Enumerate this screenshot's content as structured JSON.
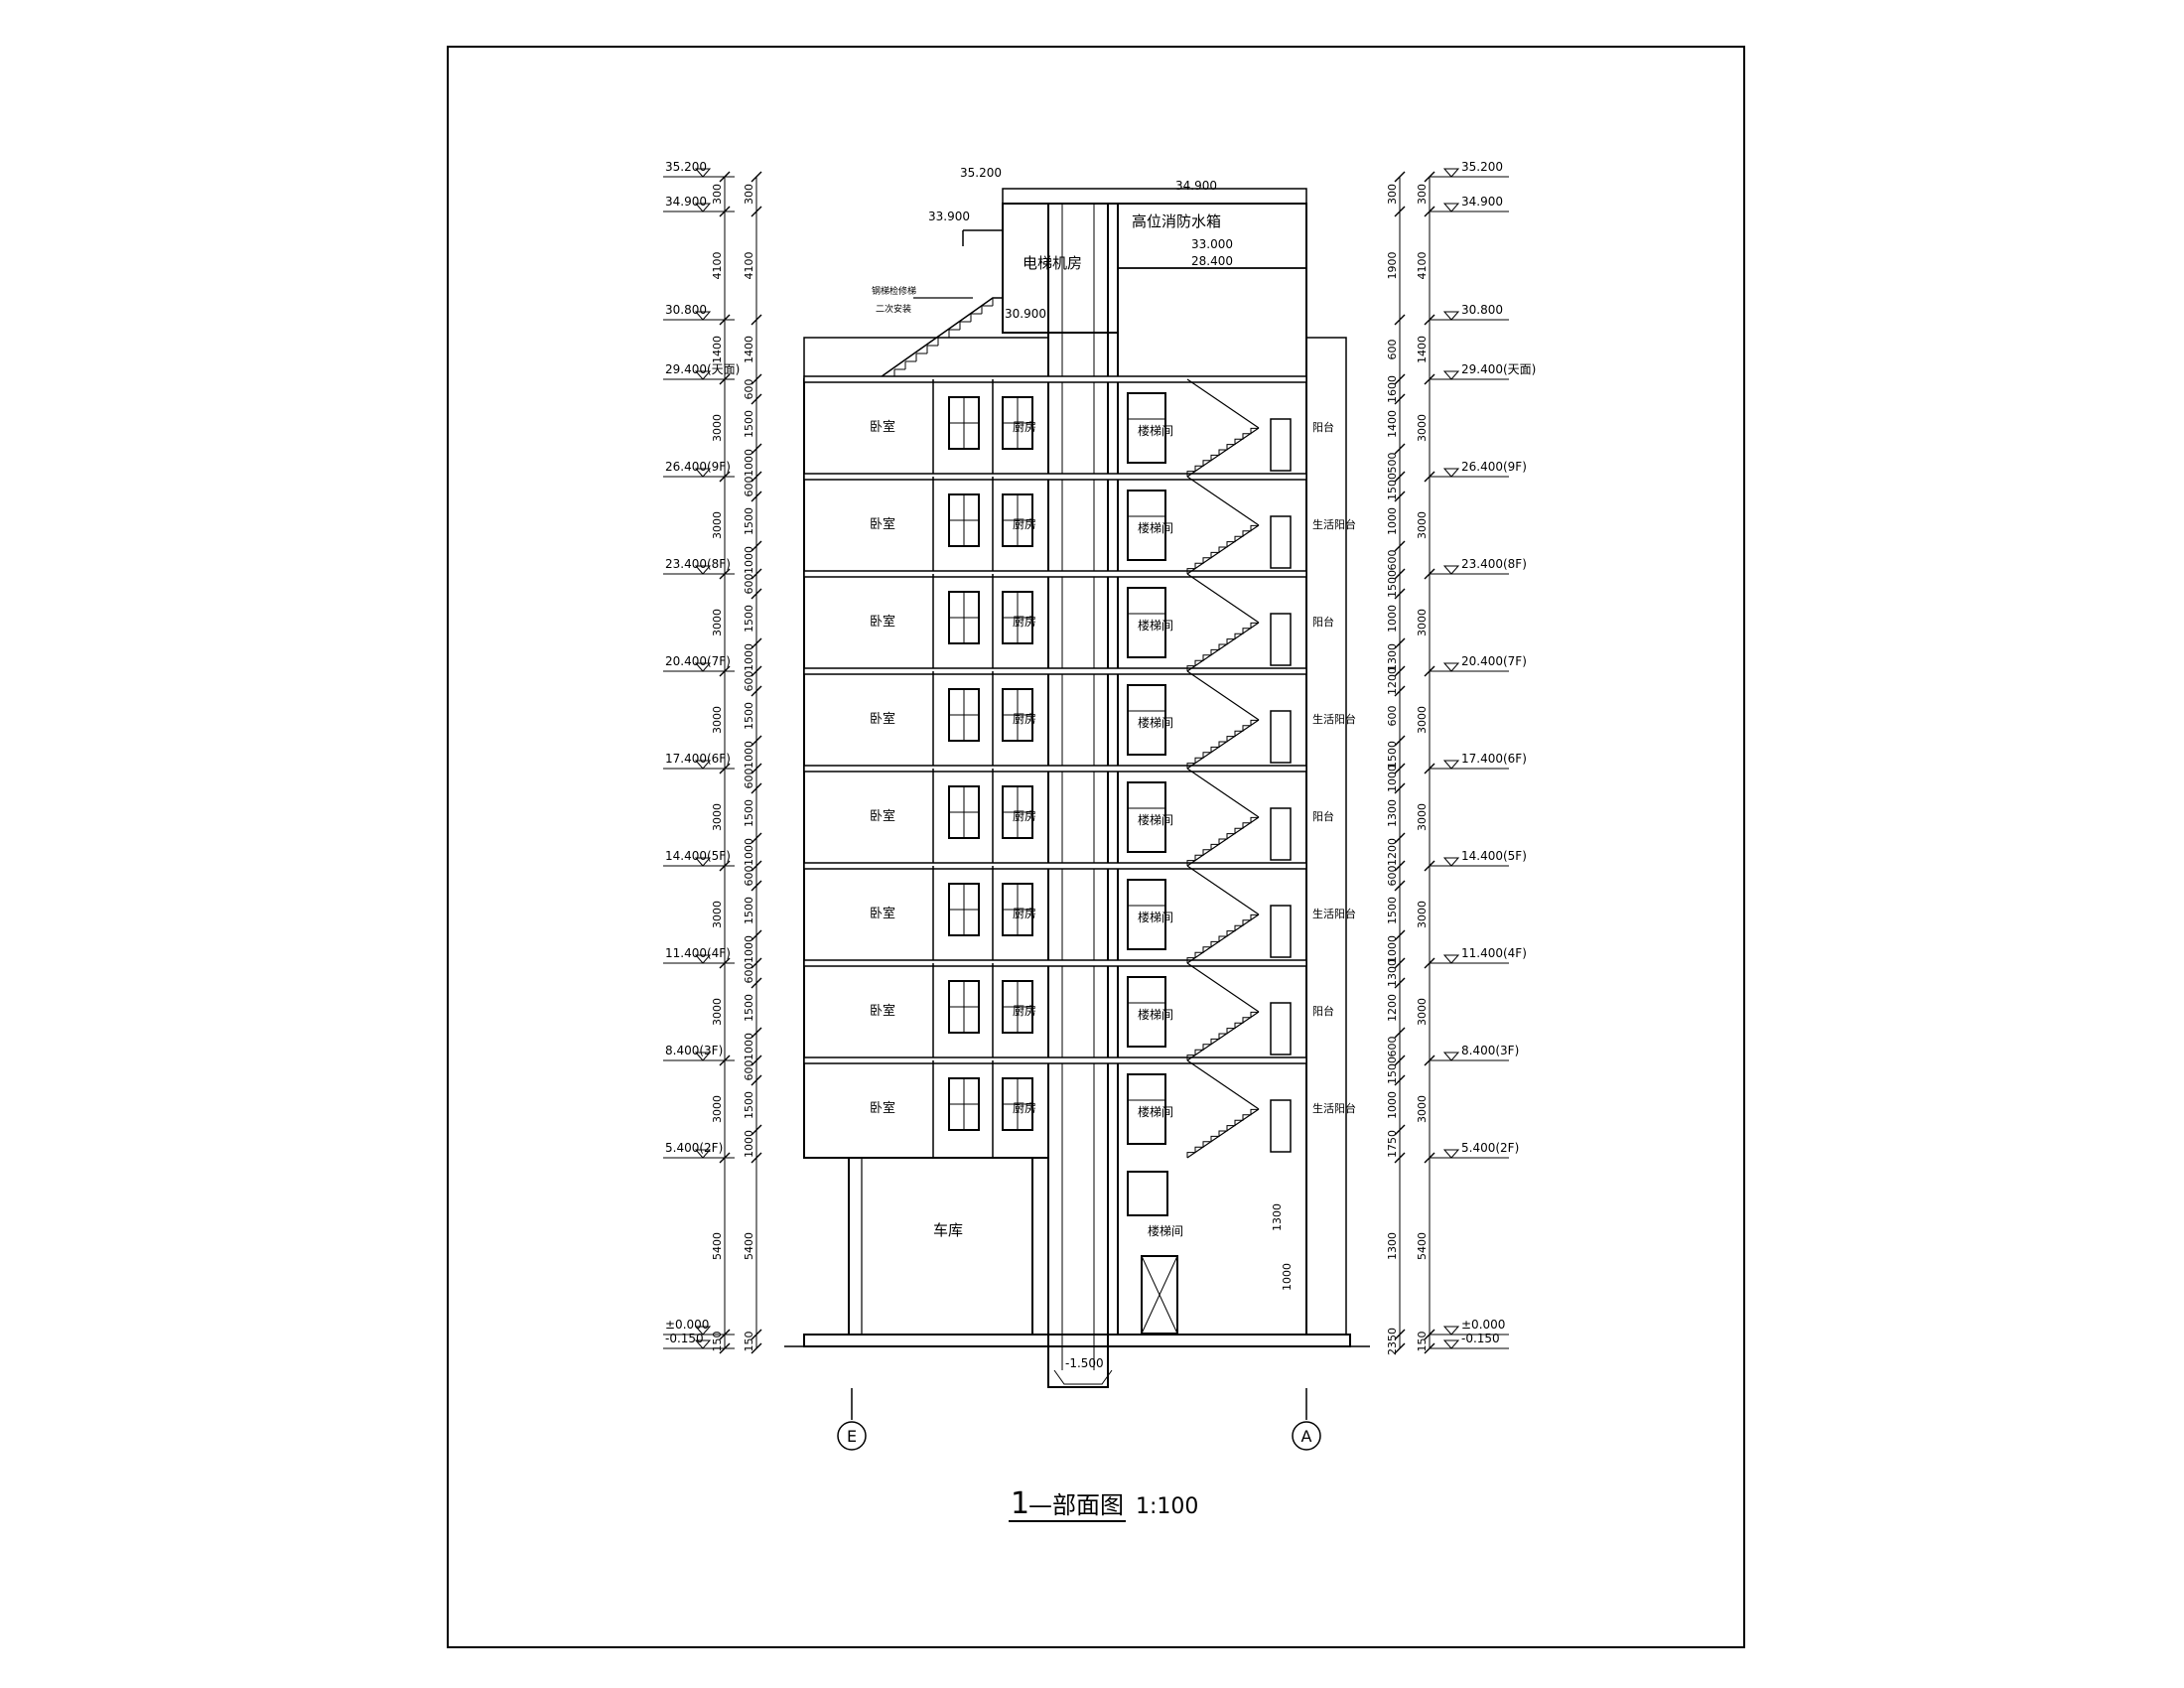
{
  "drawing": {
    "title_number": "1",
    "title": "—部面图",
    "scale": "1:100",
    "grid_left": "E",
    "grid_right": "A",
    "note_roof_access": "钢梯检修梯",
    "note_roof_access_2": "二次安装"
  },
  "levels": [
    {
      "value": "35.200",
      "right": "35.200"
    },
    {
      "value": "34.900",
      "right": "34.900"
    },
    {
      "value": "30.800",
      "right": "30.800"
    },
    {
      "value": "29.400(天面)",
      "right": "29.400(天面)"
    },
    {
      "value": "26.400(9F)",
      "right": "26.400(9F)"
    },
    {
      "value": "23.400(8F)",
      "right": "23.400(8F)"
    },
    {
      "value": "20.400(7F)",
      "right": "20.400(7F)"
    },
    {
      "value": "17.400(6F)",
      "right": "17.400(6F)"
    },
    {
      "value": "14.400(5F)",
      "right": "14.400(5F)"
    },
    {
      "value": "11.400(4F)",
      "right": "11.400(4F)"
    },
    {
      "value": "8.400(3F)",
      "right": "8.400(3F)"
    },
    {
      "value": "5.400(2F)",
      "right": "5.400(2F)"
    },
    {
      "value": "±0.000",
      "right": "±0.000"
    },
    {
      "value": "-0.150",
      "right": "-0.150"
    }
  ],
  "left_dims_outer": [
    "300",
    "4100",
    "1400",
    "3000",
    "3000",
    "3000",
    "3000",
    "3000",
    "3000",
    "3000",
    "3000",
    "5400",
    "150"
  ],
  "left_dims_inner": [
    "300",
    "4100",
    "1400",
    "600",
    "1500",
    "1000",
    "600",
    "1500",
    "1000",
    "600",
    "1500",
    "1000",
    "600",
    "1500",
    "1000",
    "600",
    "1500",
    "1000",
    "600",
    "1500",
    "1000",
    "600",
    "1500",
    "1000",
    "600",
    "1500",
    "1000",
    "5400",
    "150"
  ],
  "right_dims_outer": [
    "300",
    "4100",
    "1400",
    "3000",
    "3000",
    "3000",
    "3000",
    "3000",
    "3000",
    "3000",
    "3000",
    "5400",
    "150"
  ],
  "right_dims_inner": [
    "300",
    "1900",
    "600",
    "1600",
    "1400",
    "500",
    "1500",
    "1000",
    "600",
    "1500",
    "1000",
    "1300",
    "1200",
    "600",
    "1500",
    "1000",
    "1300",
    "1200",
    "600",
    "1500",
    "1000",
    "1300",
    "1200",
    "600",
    "1500",
    "1000",
    "1750",
    "1300",
    "2350",
    "150"
  ],
  "top_labels": {
    "parapet": "35.200",
    "machine_floor": "33.900",
    "elevator_room": "电梯机房",
    "roof_top": "34.900",
    "water_tank": "高位消防水箱",
    "tank_floor": "33.000",
    "tank_bottom": "28.400",
    "roof_slab": "30.900",
    "pit": "-1.500"
  },
  "rooms": {
    "bedroom": "卧室",
    "kitchen": "厨房",
    "stair": "楼梯间",
    "balcony": "阳台",
    "utility": "生活阳台",
    "garage": "车库"
  },
  "stair_dims": [
    "1300",
    "1000"
  ]
}
